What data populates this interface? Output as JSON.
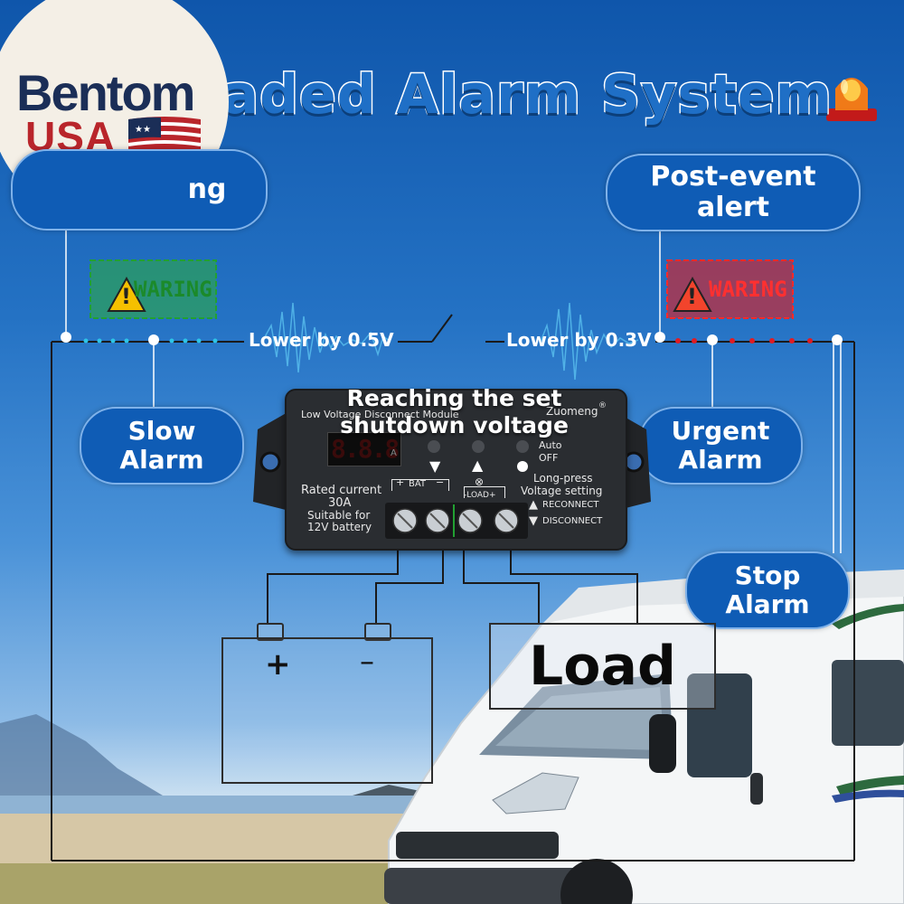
{
  "logo": {
    "brand": "Bentom",
    "country": "USA"
  },
  "title": "raded Alarm System",
  "alerts": {
    "pre_label": "ng",
    "post_label": "Post-event alert",
    "warning_text": "WARING"
  },
  "thresholds": {
    "left": "Lower by 0.5V",
    "right": "Lower by 0.3V"
  },
  "stages": {
    "slow": "Slow Alarm",
    "urgent": "Urgent Alarm",
    "stop": "Stop Alarm"
  },
  "shutdown_label": "Reaching the set shutdown voltage",
  "module": {
    "name": "Low Voltage Disconnect Module",
    "brand": "Zuomeng",
    "display": "8.8.8",
    "display_unit": "A",
    "mode_auto": "Auto",
    "mode_off": "OFF",
    "rated": "Rated current",
    "rated_value": "30A",
    "suitable": "Suitable for",
    "battery_type": "12V battery",
    "bat_terminal": "BAT",
    "load_terminal": "-LOAD+",
    "longpress": "Long-press",
    "voltage_setting": "Voltage setting",
    "reconnect": "RECONNECT",
    "disconnect": "DISCONNECT"
  },
  "diagram": {
    "load": "Load",
    "plus": "+",
    "minus": "–"
  },
  "colors": {
    "pill_bg": "#0f5cb5",
    "warn_green": "#22a032",
    "warn_red": "#d9232a",
    "slow_dots": "#2ec5e6",
    "urgent_dots": "#e01c24"
  }
}
